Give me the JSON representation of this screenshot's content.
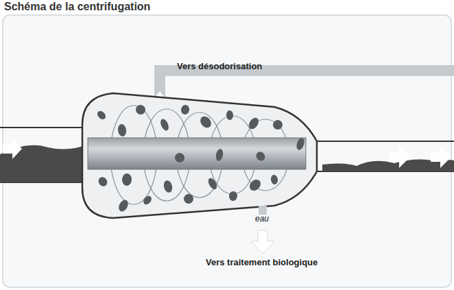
{
  "diagram": {
    "title": "Schéma de la centrifugation",
    "labels": [
      "Vers désodorisation",
      "eau",
      "Vers traitement biologique"
    ]
  }
}
